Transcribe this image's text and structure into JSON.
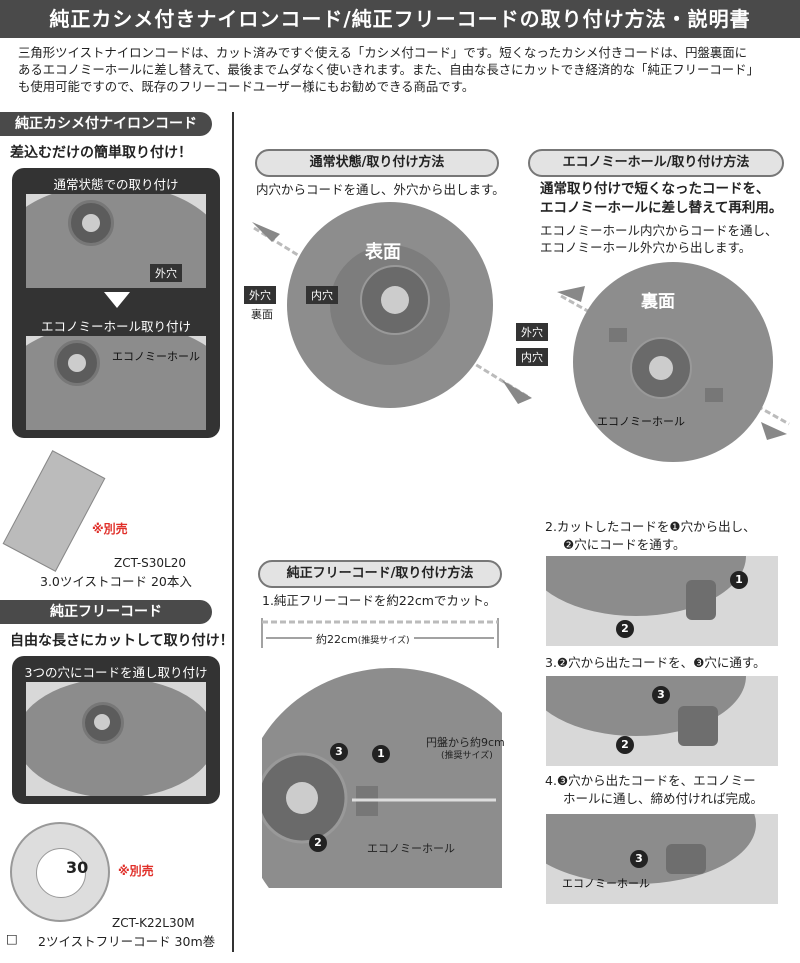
{
  "title": "純正カシメ付きナイロンコード/純正フリーコードの取り付け方法・説明書",
  "intro": [
    "三角形ツイストナイロンコードは、カット済みですぐ使える「カシメ付コード」です。短くなったカシメ付きコードは、円盤裏面に",
    "あるエコノミーホールに差し替えて、最後までムダなく使いきれます。また、自由な長さにカットでき経済的な「純正フリーコード」",
    "も使用可能ですので、既存のフリーコードユーザー様にもお勧めできる商品です。"
  ],
  "left": {
    "kashime": {
      "header": "純正カシメ付ナイロンコード",
      "subtitle": "差込むだけの簡単取り付け！",
      "normal_title": "通常状態での取り付け",
      "outer_hole": "外穴",
      "economy_title": "エコノミーホール取り付け",
      "economy_hole": "エコノミーホール",
      "sold_separately": "※別売",
      "product_code": "ZCT-S30L20",
      "product_name": "3.0ツイストコード 20本入"
    },
    "free": {
      "header": "純正フリーコード",
      "subtitle": "自由な長さにカットして取り付け！",
      "card_title": "3つの穴にコードを通し取り付け",
      "sold_separately": "※別売",
      "product_code": "ZCT-K22L30M",
      "product_name": "2ツイストフリーコード 30m巻",
      "checkbox": "□",
      "pkg_number": "30"
    }
  },
  "normal_method": {
    "header": "通常状態/取り付け方法",
    "desc": "内穴からコードを通し、外穴から出します。",
    "face_label": "表面",
    "outer_hole": "外穴",
    "back_note": "裏面",
    "inner_hole": "内穴"
  },
  "economy_method": {
    "header": "エコノミーホール/取り付け方法",
    "bold": [
      "通常取り付けで短くなったコードを、",
      "エコノミーホールに差し替えて再利用。"
    ],
    "desc": [
      "エコノミーホール内穴からコードを通し、",
      "エコノミーホール外穴から出します。"
    ],
    "back_label": "裏面",
    "outer_hole": "外穴",
    "inner_hole": "内穴",
    "economy_hole": "エコノミーホール"
  },
  "free_method": {
    "header": "純正フリーコード/取り付け方法",
    "step1": "1.純正フリーコードを約22cmでカット。",
    "length_label": "約22cm",
    "length_note": "(推奨サイズ)",
    "from_disc": "円盤から約9cm",
    "from_disc_note": "(推奨サイズ)",
    "economy_hole": "エコノミーホール",
    "n1": "1",
    "n2": "2",
    "n3": "3"
  },
  "steps": {
    "step2": [
      "2.カットしたコードを❶穴から出し、",
      "❷穴にコードを通す。"
    ],
    "step3": "3.❷穴から出たコードを、❸穴に通す。",
    "step4": [
      "4.❸穴から出たコードを、エコノミー",
      "ホールに通し、締め付ければ完成。"
    ],
    "economy_hole": "エコノミーホール",
    "n1": "1",
    "n2": "2",
    "n3": "3"
  }
}
